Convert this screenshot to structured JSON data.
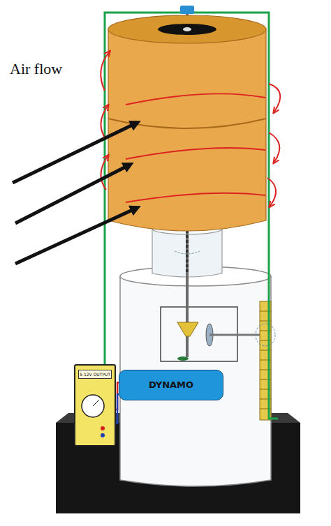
{
  "diagram": {
    "nodes": [
      {
        "text": [
          "5-12V OUTPUT"
        ]
      },
      {
        "text": [
          "DYNAMO"
        ]
      }
    ],
    "edges": [
      {
        "from": 1,
        "to": 0,
        "arrow": "none"
      },
      {
        "from": 1,
        "to": 0,
        "arrow": "none"
      }
    ],
    "labels": [
      "Air flow"
    ]
  }
}
